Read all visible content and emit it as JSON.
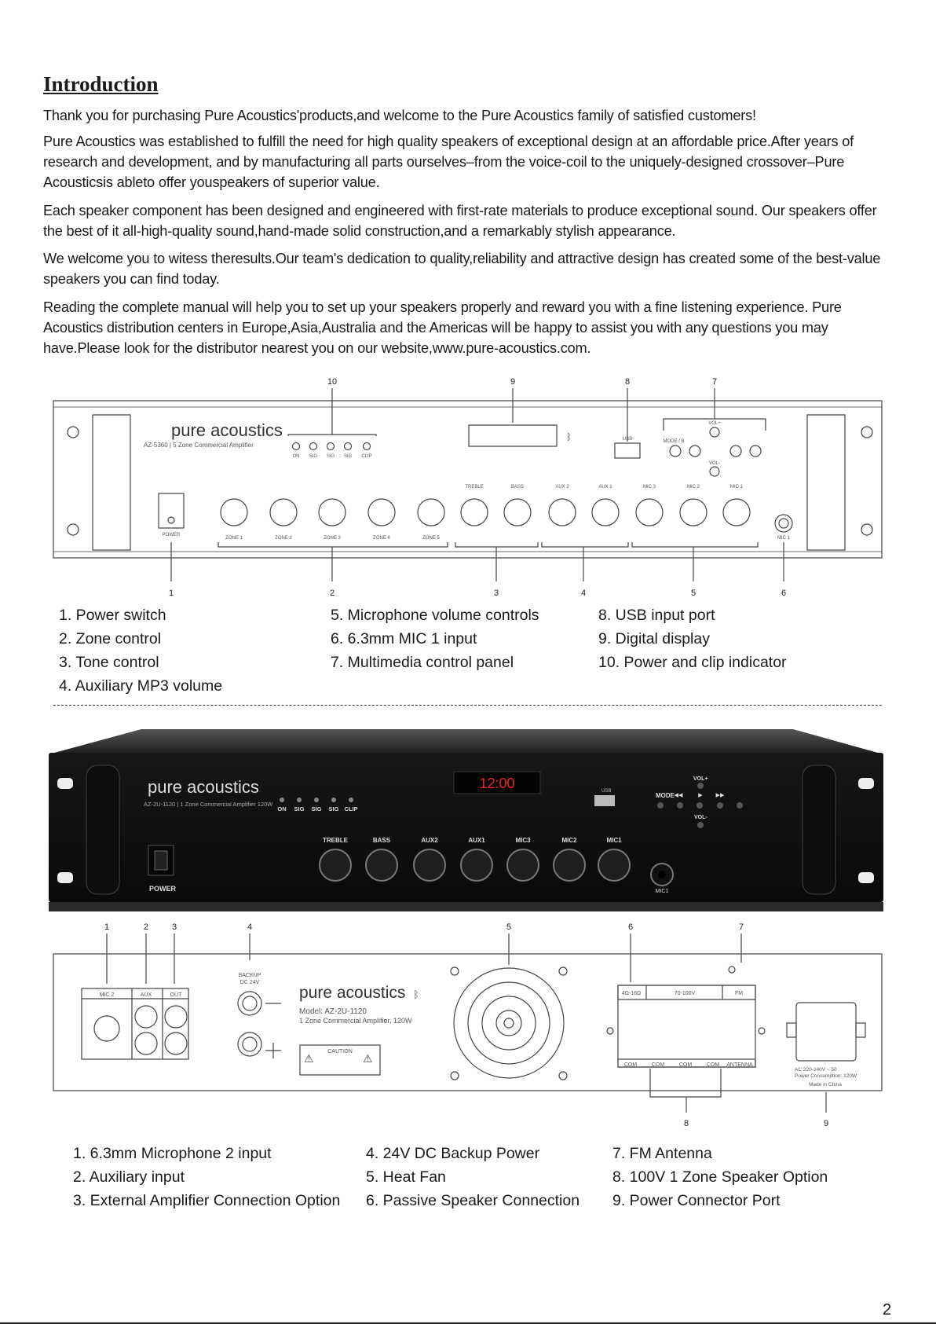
{
  "heading": "Introduction",
  "paragraphs": [
    "Thank you for purchasing Pure Acoustics'products,and welcome to the Pure Acoustics family of satisfied customers!",
    "Pure Acoustics was established to fulfill the need for high quality speakers of exceptional design at an affordable price.After years of research and development,   and by manufacturing all parts ourselves–from the voice-coil to the uniquely-designed crossover–Pure Acousticsis ableto offer youspeakers of superior value.",
    "Each speaker component has been designed and engineered with first-rate materials to produce exceptional sound. Our speakers offer the best of it all-high-quality sound,hand-made solid construction,and a remarkably stylish appearance.",
    "We welcome you to witess theresults.Our team's dedication to quality,reliability and attractive design has created some of the best-value speakers you can find today.",
    "Reading the complete manual will help you to set up your speakers properly and reward you with a fine listening experience. Pure Acoustics distribution centers in Europe,Asia,Australia and the Americas will be happy to assist you with any questions you may have.Please look for the distributor nearest you on our website,www.pure-acoustics.com."
  ],
  "front_diagram": {
    "brand": "pure acoustics",
    "model": "AZ-5360 | 5 Zone Commercial Amplifier",
    "indicators": [
      "ON",
      "SIG",
      "SIG",
      "SIG",
      "CLIP"
    ],
    "power_label": "POWER",
    "zones": [
      "ZONE 1",
      "ZONE 2",
      "ZONE 3",
      "ZONE 4",
      "ZONE 5"
    ],
    "knob_labels": [
      "TREBLE",
      "BASS",
      "AUX 2",
      "AUX 1",
      "MIC 3",
      "MIC 2",
      "MIC 1"
    ],
    "mic_jack": "MIC 1",
    "usb": "USB",
    "mode": "MODE / B",
    "vol_plus": "VOL+",
    "vol_minus": "VOL-",
    "callouts_top": [
      "10",
      "9",
      "8",
      "7"
    ],
    "callouts_bottom": [
      "1",
      "2",
      "3",
      "4",
      "5",
      "6"
    ]
  },
  "front_legend": {
    "col1": [
      "1. Power switch",
      "2. Zone control",
      "3. Tone control",
      "4. Auxiliary MP3 volume"
    ],
    "col2": [
      "5. Microphone volume controls",
      "6. 6.3mm MIC 1 input",
      "7. Multimedia control panel"
    ],
    "col3": [
      "8. USB input port",
      "9. Digital display",
      "10. Power and clip indicator"
    ]
  },
  "photo": {
    "brand": "pure acoustics",
    "model": "AZ-2U-1120 | 1 Zone Commercial Amplifier 120W",
    "display": "12:00",
    "indicators": [
      "ON",
      "SIG",
      "SIG",
      "SIG",
      "CLIP"
    ],
    "knobs": [
      "TREBLE",
      "BASS",
      "AUX2",
      "AUX1",
      "MIC3",
      "MIC2",
      "MIC1"
    ],
    "power": "POWER",
    "usb": "USB",
    "mode": "MODE",
    "vol_plus": "VOL+",
    "vol_minus": "VOL-",
    "mic": "MIC1"
  },
  "rear_diagram": {
    "brand": "pure acoustics",
    "model": "Model: AZ-2U-1120",
    "desc": "1 Zone Commercial Amplifier, 120W",
    "backup": [
      "BACKUP",
      "DC 24V"
    ],
    "jacks": [
      "MIC 2",
      "AUX",
      "OUT"
    ],
    "terminal_headers": [
      "4Ω-16Ω",
      "70-100V",
      "FM"
    ],
    "terminal_footers": [
      "COM",
      "COM",
      "COM",
      "COM",
      "ANTENNA"
    ],
    "caution": "CAUTION",
    "power_info": [
      "AC 220-240V ~ 50",
      "Power Consumption: 120W",
      "Made in China"
    ],
    "callouts_top": [
      "1",
      "2",
      "3",
      "4",
      "5",
      "6",
      "7"
    ],
    "callouts_bottom": [
      "8",
      "9"
    ]
  },
  "rear_legend": {
    "col1": [
      "1. 6.3mm Microphone 2 input",
      "2. Auxiliary input",
      "3. External Amplifier Connection Option"
    ],
    "col2": [
      "4. 24V DC Backup Power",
      "5. Heat Fan",
      "6. Passive Speaker Connection"
    ],
    "col3": [
      "7. FM Antenna",
      "8. 100V 1 Zone Speaker Option",
      "9. Power Connector Port"
    ]
  },
  "page_number": "2"
}
